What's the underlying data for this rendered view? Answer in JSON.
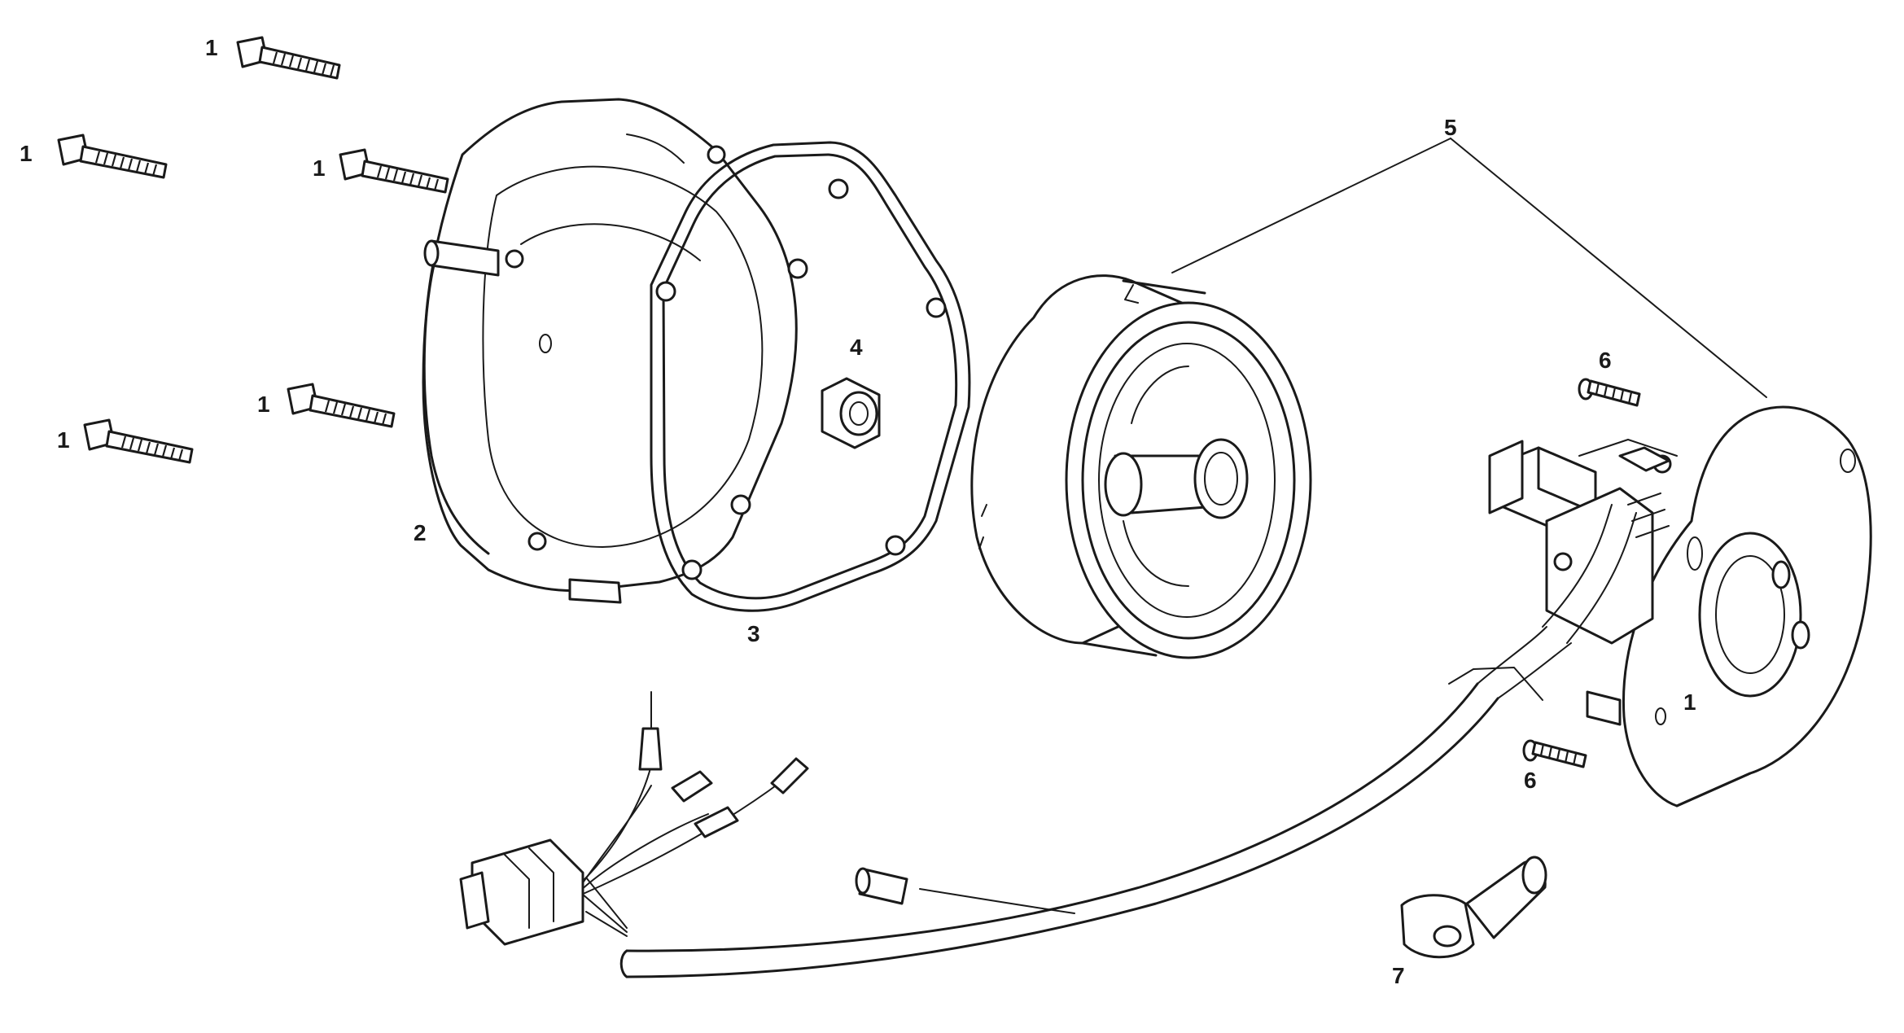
{
  "callouts": {
    "bolt_a": "1",
    "bolt_b": "1",
    "bolt_c": "1",
    "bolt_d": "1",
    "bolt_e": "1",
    "stator_bolt": "1",
    "cover": "2",
    "gasket": "3",
    "bushing": "4",
    "flywheel_stator_set": "5",
    "screw_upper": "6",
    "screw_lower": "6",
    "key": "7"
  }
}
